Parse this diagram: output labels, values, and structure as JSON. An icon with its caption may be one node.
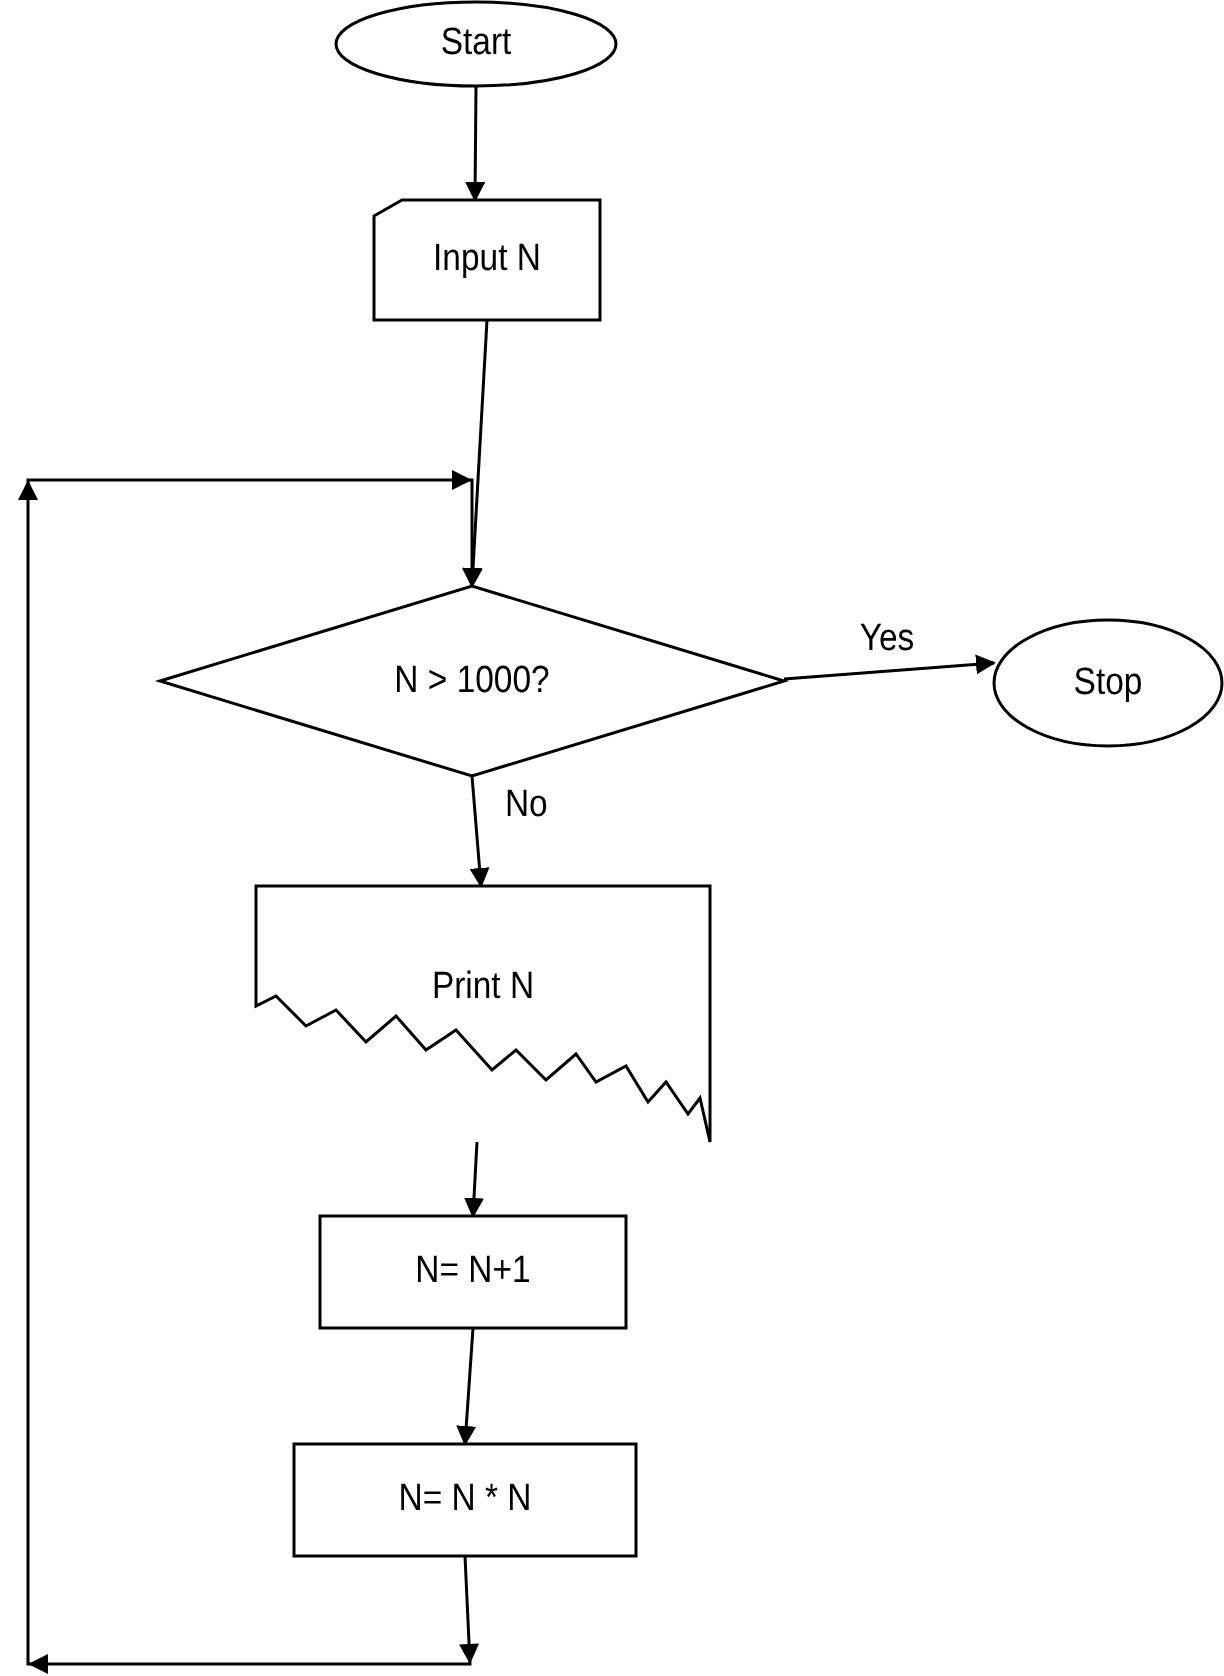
{
  "diagram": {
    "nodes": [
      {
        "text": [
          "Start"
        ]
      },
      {
        "text": [
          "Input N"
        ]
      },
      {
        "text": [
          "N > 1000?"
        ]
      },
      {
        "text": [
          "Stop"
        ]
      },
      {
        "text": [
          "Print N"
        ]
      },
      {
        "text": [
          "N= N+1"
        ]
      },
      {
        "text": [
          "N= N * N"
        ]
      }
    ],
    "edges": [
      {
        "from": 0,
        "to": 1,
        "arrow": "to"
      },
      {
        "from": 1,
        "to": 2,
        "arrow": "to"
      },
      {
        "from": 2,
        "to": 3,
        "arrow": "to",
        "label": "Yes"
      },
      {
        "from": 2,
        "to": 4,
        "arrow": "to",
        "label": "No"
      },
      {
        "from": 4,
        "to": 5,
        "arrow": "to"
      },
      {
        "from": 5,
        "to": 6,
        "arrow": "to"
      },
      {
        "from": 6,
        "to": 2,
        "arrow": "to"
      }
    ]
  }
}
